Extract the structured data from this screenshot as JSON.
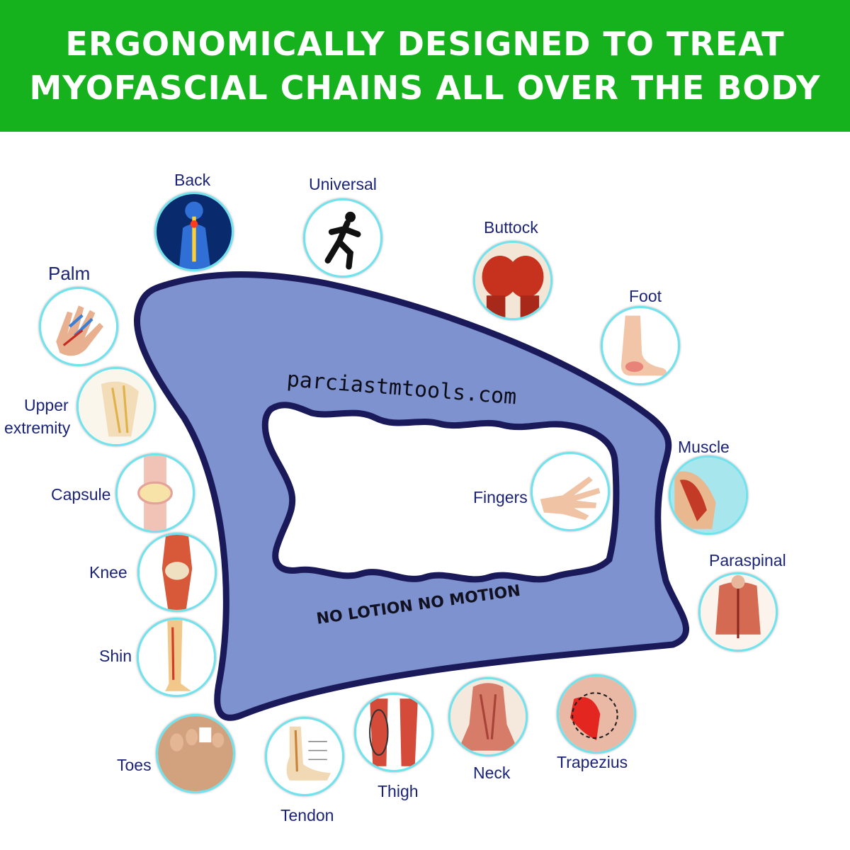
{
  "banner": {
    "line1": "ERGONOMICALLY DESIGNED TO TREAT",
    "line2": "MYOFASCIAL CHAINS ALL OVER THE BODY",
    "color": "#15b21d"
  },
  "tool": {
    "website": "parciastmtools.com",
    "motto": "NO LOTION NO MOTION",
    "color": "#7e92cf",
    "edge_color": "#1a1a5a"
  },
  "label_color": "#1b2377",
  "ring_color": "#6fe3ee",
  "areas": {
    "back": "Back",
    "universal": "Universal",
    "buttock": "Buttock",
    "foot": "Foot",
    "palm": "Palm",
    "upper_extremity_1": "Upper",
    "upper_extremity_2": "extremity",
    "capsule": "Capsule",
    "knee": "Knee",
    "shin": "Shin",
    "toes": "Toes",
    "tendon": "Tendon",
    "thigh": "Thigh",
    "neck": "Neck",
    "trapezius": "Trapezius",
    "muscle": "Muscle",
    "paraspinal": "Paraspinal",
    "fingers": "Fingers"
  }
}
